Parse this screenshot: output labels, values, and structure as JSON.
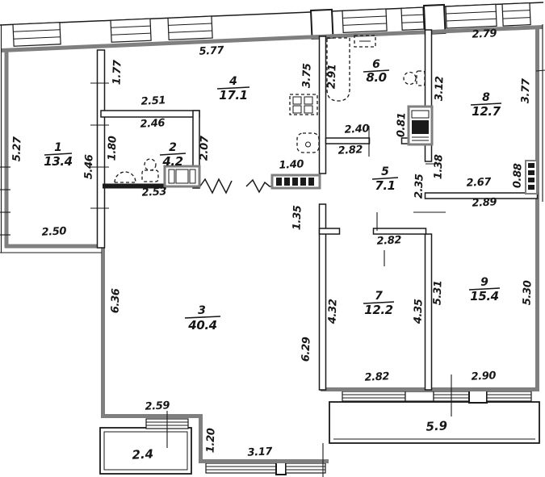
{
  "plan": {
    "rooms": [
      {
        "number": "1",
        "area": "13.4"
      },
      {
        "number": "2",
        "area": "4.2"
      },
      {
        "number": "3",
        "area": "40.4"
      },
      {
        "number": "4",
        "area": "17.1"
      },
      {
        "number": "5",
        "area": "7.1"
      },
      {
        "number": "6",
        "area": "8.0"
      },
      {
        "number": "7",
        "area": "12.2"
      },
      {
        "number": "8",
        "area": "12.7"
      },
      {
        "number": "9",
        "area": "15.4"
      }
    ],
    "balconies": {
      "left_area": "2.4",
      "right_area": "5.9"
    },
    "dims": {
      "top_577": "5.77",
      "corr_177": "1.77",
      "top_279": "2.79",
      "r6_375": "3.75",
      "r6_291": "2.91",
      "r8_312": "3.12",
      "r8_377": "3.77",
      "r2_251": "2.51",
      "r2_246": "2.46",
      "r1_527": "5.27",
      "r1_546": "5.46",
      "r2_180": "1.80",
      "r2_207": "2.07",
      "r6_240": "2.40",
      "r6_081": "0.81",
      "r5_282": "2.82",
      "r2_253": "2.53",
      "k_140": "1.40",
      "r8_138": "1.38",
      "r5_235": "2.35",
      "r9_267": "2.67",
      "r8_088": "0.88",
      "r9_289": "2.89",
      "r1_250": "2.50",
      "r3_135": "1.35",
      "r7_282_top": "2.82",
      "r3_636": "6.36",
      "r7_432": "4.32",
      "r7_435": "4.35",
      "r9_531": "5.31",
      "r9_530": "5.30",
      "r3_629": "6.29",
      "r7_282_bottom": "2.82",
      "r9_290": "2.90",
      "bal_259": "2.59",
      "bal_120": "1.20",
      "bal_317": "3.17"
    },
    "colors": {
      "wall": "#1a1a1a",
      "exterior_wall": "#7f7f7f",
      "background": "#ffffff"
    }
  }
}
